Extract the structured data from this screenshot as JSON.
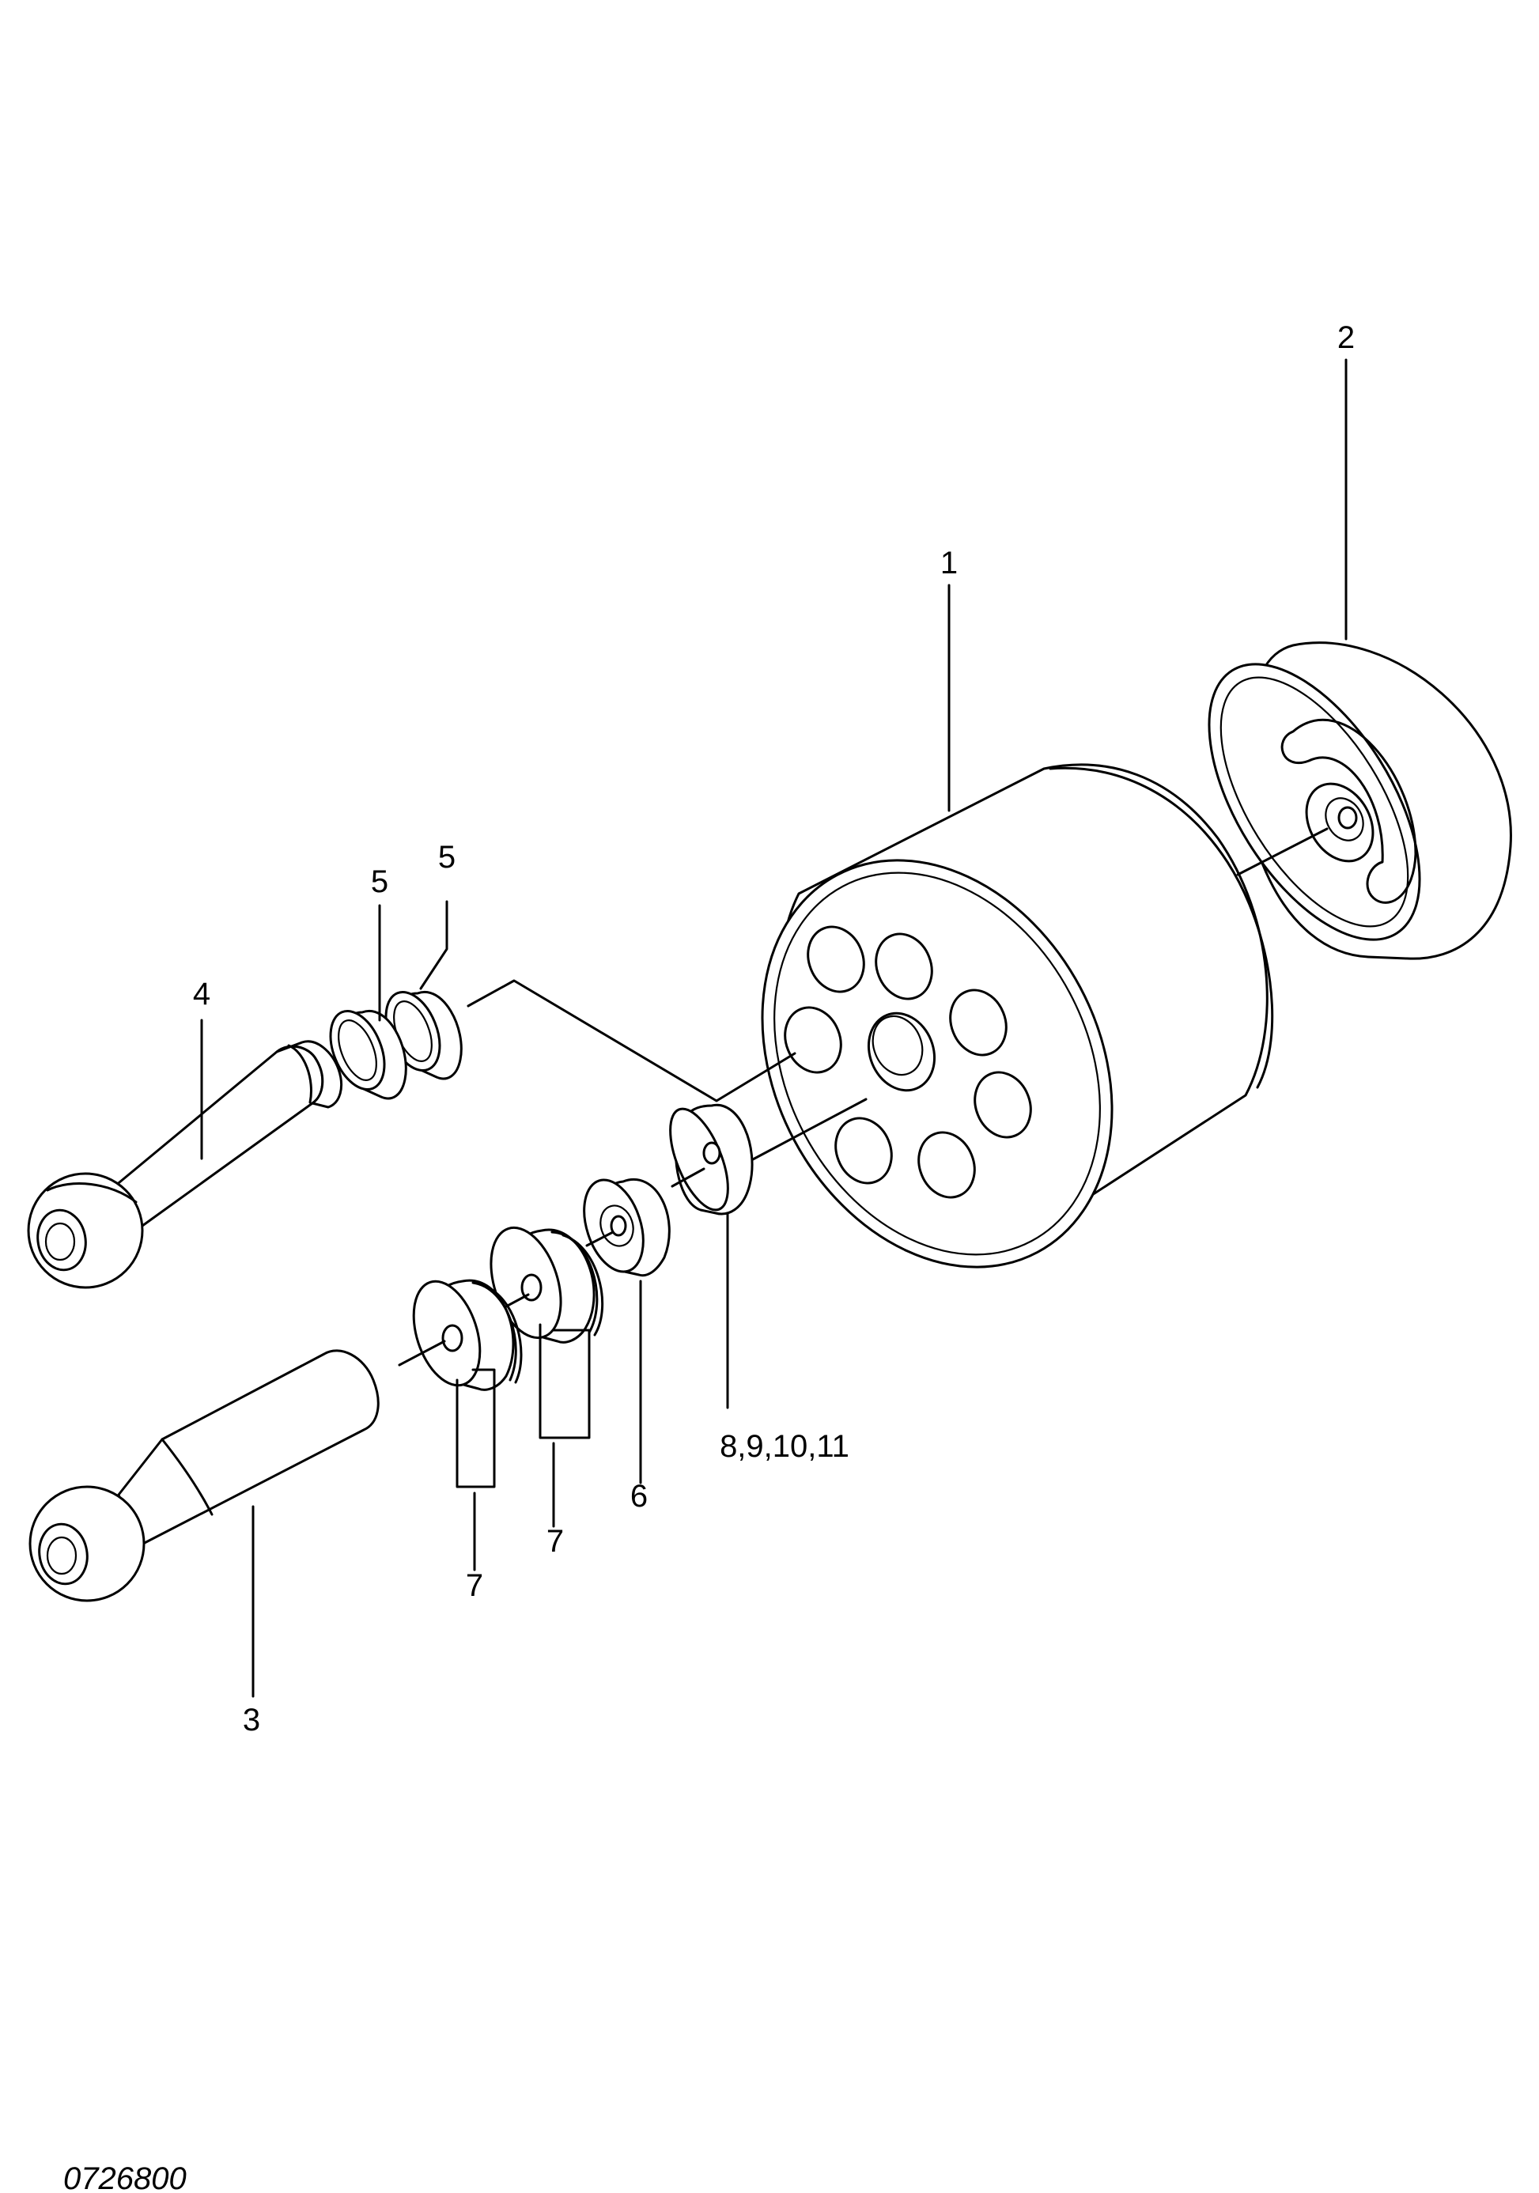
{
  "diagram": {
    "callouts": {
      "c1": "1",
      "c2": "2",
      "c3": "3",
      "c4": "4",
      "c5a": "5",
      "c5b": "5",
      "c6": "6",
      "c7a": "7",
      "c7b": "7",
      "c8": "8,9,10,11"
    },
    "drawing_number": "0726800"
  }
}
